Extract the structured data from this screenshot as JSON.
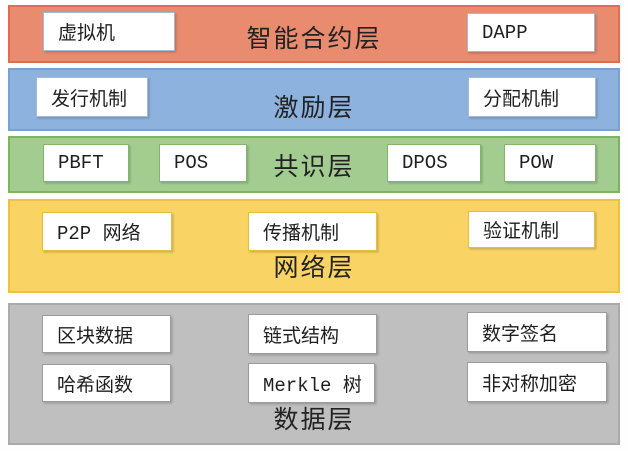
{
  "diagram": {
    "title_none": "",
    "layers": [
      {
        "id": "smart-contract-layer",
        "label": "智能合约层",
        "fill": "#e98b6f",
        "border": "#dc6e52",
        "boxes": [
          {
            "id": "virtual-machine",
            "label": "虚拟机"
          },
          {
            "id": "dapp",
            "label": "DAPP"
          }
        ]
      },
      {
        "id": "incentive-layer",
        "label": "激励层",
        "fill": "#8db2dd",
        "border": "#7ba2ce",
        "boxes": [
          {
            "id": "issuance-mechanism",
            "label": "发行机制"
          },
          {
            "id": "distribution-mechanism",
            "label": "分配机制"
          }
        ]
      },
      {
        "id": "consensus-layer",
        "label": "共识层",
        "fill": "#a3cc91",
        "border": "#7fb263",
        "boxes": [
          {
            "id": "pbft",
            "label": "PBFT"
          },
          {
            "id": "pos",
            "label": "POS"
          },
          {
            "id": "dpos",
            "label": "DPOS"
          },
          {
            "id": "pow",
            "label": "POW"
          }
        ]
      },
      {
        "id": "network-layer",
        "label": "网络层",
        "fill": "#fad365",
        "border": "#eec140",
        "boxes": [
          {
            "id": "p2p-network",
            "label": "P2P 网络"
          },
          {
            "id": "propagation-mechanism",
            "label": "传播机制"
          },
          {
            "id": "verification-mechanism",
            "label": "验证机制"
          }
        ]
      },
      {
        "id": "data-layer",
        "label": "数据层",
        "fill": "#bfbfbf",
        "border": "#ababab",
        "boxes": [
          {
            "id": "block-data",
            "label": "区块数据"
          },
          {
            "id": "chain-structure",
            "label": "链式结构"
          },
          {
            "id": "digital-signature",
            "label": "数字签名"
          },
          {
            "id": "hash-function",
            "label": "哈希函数"
          },
          {
            "id": "merkle-tree",
            "label": "Merkle 树"
          },
          {
            "id": "asymmetric-encryption",
            "label": "非对称加密"
          }
        ]
      }
    ],
    "text_color": "#1f1f1f"
  }
}
